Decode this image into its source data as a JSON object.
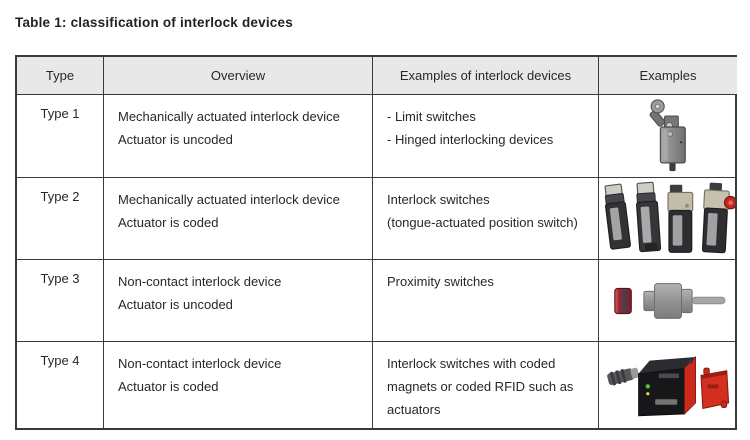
{
  "title": "Table 1: classification of interlock devices",
  "table": {
    "headers": [
      "Type",
      "Overview",
      "Examples of interlock devices",
      "Examples"
    ],
    "rows": [
      {
        "type": "Type 1",
        "overview_lines": [
          "Mechanically actuated interlock device",
          "Actuator is uncoded"
        ],
        "examples_lines": [
          "- Limit switches",
          "- Hinged interlocking devices"
        ],
        "image": "limit-switch-with-roller-lever"
      },
      {
        "type": "Type 2",
        "overview_lines": [
          "Mechanically actuated interlock device",
          "Actuator is coded"
        ],
        "examples_lines": [
          "Interlock switches",
          "(tongue-actuated position switch)"
        ],
        "image": "tongue-actuated-interlock-switches"
      },
      {
        "type": "Type 3",
        "overview_lines": [
          "Non-contact interlock device",
          "Actuator is uncoded"
        ],
        "examples_lines": [
          "Proximity switches"
        ],
        "image": "proximity-switch-with-magnet-actuator"
      },
      {
        "type": "Type 4",
        "overview_lines": [
          "Non-contact interlock device",
          "Actuator is coded"
        ],
        "examples_lines": [
          "Interlock switches with coded",
          "magnets or coded RFID such as",
          "actuators"
        ],
        "image": "rfid-interlock-switch-with-coded-actuator"
      }
    ]
  },
  "colors": {
    "header_bg": "#e8e8e8",
    "border": "#3a3a3c",
    "text": "#29262a",
    "device_red": "#c5251f",
    "device_dark": "#303034",
    "device_gray": "#9a9a9a"
  }
}
